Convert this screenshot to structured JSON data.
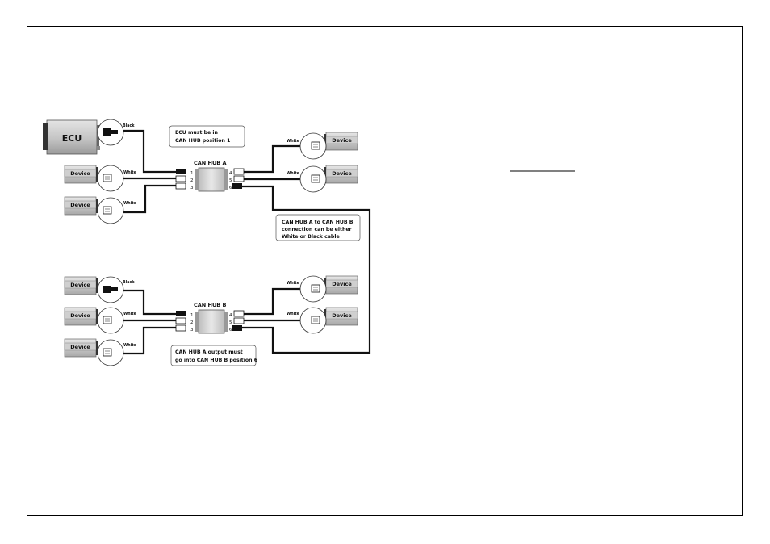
{
  "ecu": {
    "label": "ECU",
    "cable": "Black"
  },
  "device_label": "Device",
  "cable_white": "White",
  "cable_black": "Black",
  "hub_a": {
    "title": "CAN HUB A",
    "ports": [
      "1",
      "2",
      "3",
      "4",
      "5",
      "6"
    ]
  },
  "hub_b": {
    "title": "CAN HUB B",
    "ports": [
      "1",
      "2",
      "3",
      "4",
      "5",
      "6"
    ]
  },
  "notes": {
    "ecu_position": [
      "ECU  must be in",
      "CAN HUB position 1"
    ],
    "hub_connection": [
      "CAN HUB A to CAN HUB B",
      "connection can be either",
      "White or Black cable"
    ],
    "hub_b_input": [
      "CAN HUB A output must",
      "go into CAN HUB B position 6"
    ]
  },
  "colors": {
    "cable": "#111111",
    "device_body": "#d2d2d2",
    "device_dark": "#8a8a8a"
  }
}
